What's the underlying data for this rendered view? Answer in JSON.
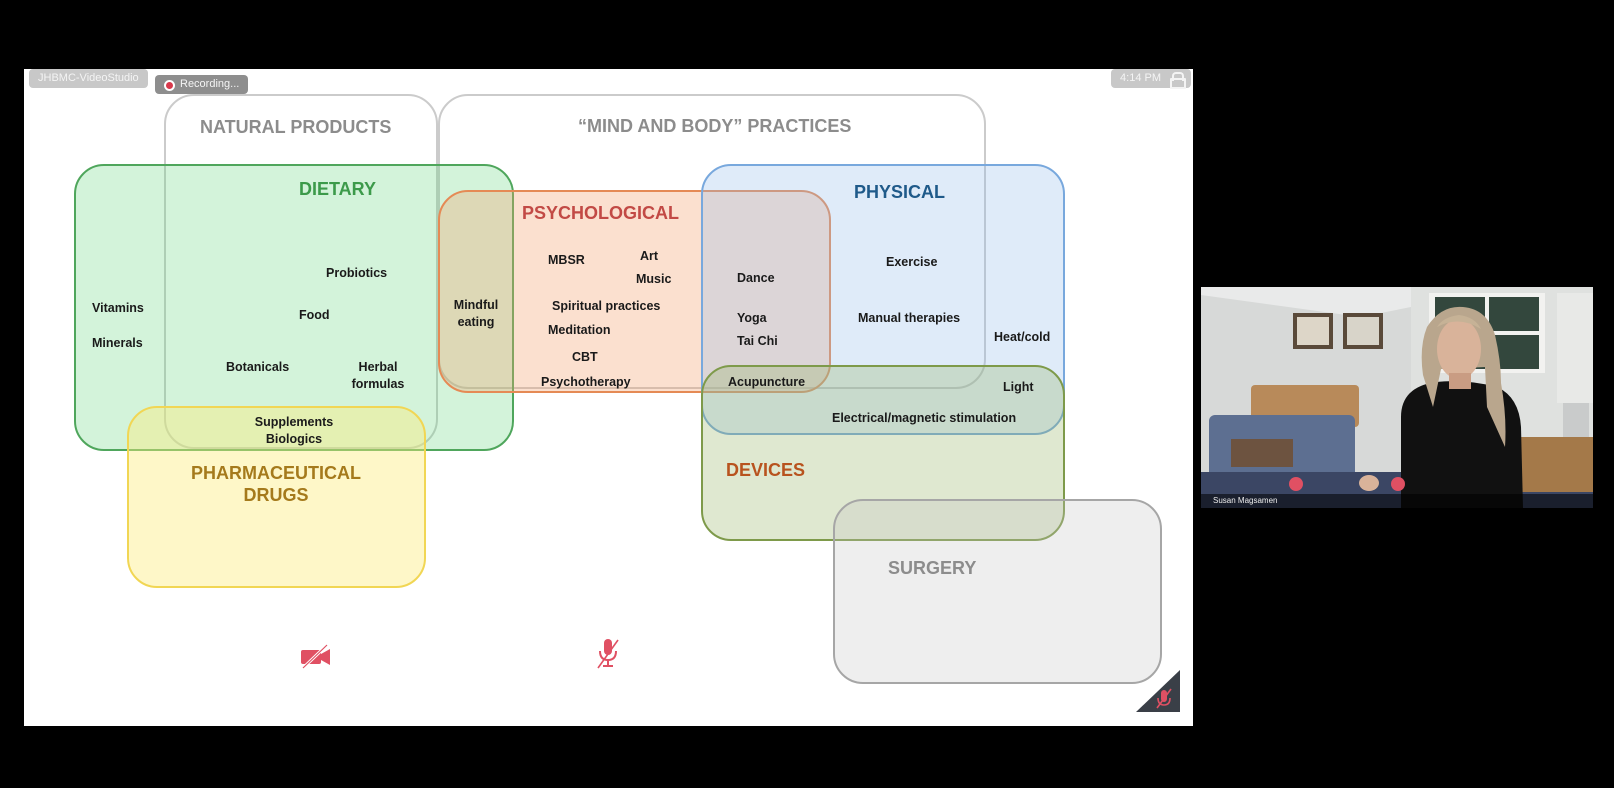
{
  "window": {
    "studio_label": "JHBMC-VideoStudio",
    "recording_label": "Recording...",
    "clock": "4:14 PM"
  },
  "diagram": {
    "categories": {
      "natural_products": "NATURAL PRODUCTS",
      "mind_body": "“MIND AND BODY” PRACTICES",
      "dietary": "DIETARY",
      "psychological": "PSYCHOLOGICAL",
      "physical": "PHYSICAL",
      "pharmaceutical_line1": "PHARMACEUTICAL",
      "pharmaceutical_line2": "DRUGS",
      "devices": "DEVICES",
      "surgery": "SURGERY"
    },
    "terms": {
      "vitamins": "Vitamins",
      "minerals": "Minerals",
      "probiotics": "Probiotics",
      "food": "Food",
      "botanicals": "Botanicals",
      "herbal_line1": "Herbal",
      "herbal_line2": "formulas",
      "supplements": "Supplements",
      "biologics": "Biologics",
      "mindful_line1": "Mindful",
      "mindful_line2": "eating",
      "mbsr": "MBSR",
      "art": "Art",
      "music": "Music",
      "spiritual": "Spiritual practices",
      "meditation": "Meditation",
      "cbt": "CBT",
      "psychotherapy": "Psychotherapy",
      "dance": "Dance",
      "yoga": "Yoga",
      "tai_chi": "Tai Chi",
      "acupuncture": "Acupuncture",
      "exercise": "Exercise",
      "manual_therapies": "Manual therapies",
      "heat_cold": "Heat/cold",
      "light": "Light",
      "electrical": "Electrical/magnetic stimulation"
    }
  },
  "participant": {
    "name": "Susan Magsamen"
  },
  "colors": {
    "dietary": "#3c9a4a",
    "psychological": "#c24a45",
    "physical": "#1f5a8a",
    "pharmaceutical": "#a57a1c",
    "devices": "#b8531e",
    "gray_heading": "#8c8c8c",
    "muted_red": "#e05063"
  }
}
